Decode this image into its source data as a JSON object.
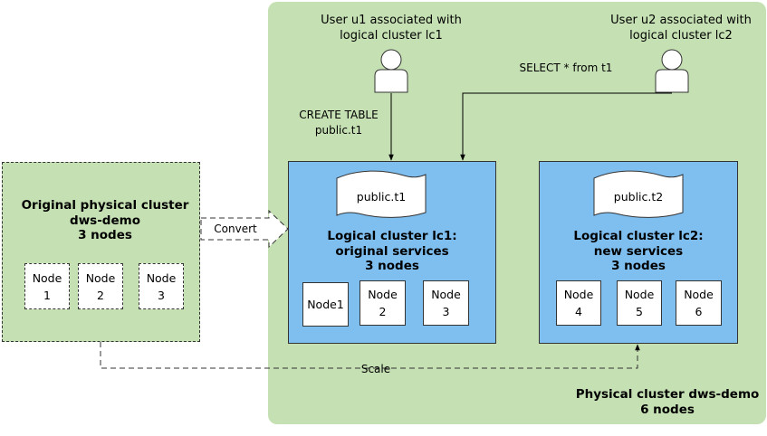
{
  "users": [
    {
      "label": "User u1 associated with\nlogical cluster lc1",
      "icon": "user-icon"
    },
    {
      "label": "User u2 associated with\nlogical cluster lc2",
      "icon": "user-icon"
    }
  ],
  "operations": {
    "create_table": "CREATE TABLE\npublic.t1",
    "select": "SELECT * from t1"
  },
  "original_cluster": {
    "title": "Original physical cluster\ndws-demo\n3 nodes",
    "nodes": [
      "Node\n1",
      "Node\n2",
      "Node\n3"
    ]
  },
  "convert_label": "Convert",
  "scale_label": "Scale",
  "logical_cluster_1": {
    "table": "public.t1",
    "title": "Logical cluster lc1:\noriginal services\n3 nodes",
    "nodes": [
      "Node1",
      "Node\n2",
      "Node\n3"
    ]
  },
  "logical_cluster_2": {
    "table": "public.t2",
    "title": "Logical cluster lc2:\nnew services\n3 nodes",
    "nodes": [
      "Node\n4",
      "Node\n5",
      "Node\n6"
    ]
  },
  "physical_cluster": {
    "title": "Physical cluster dws-demo\n6 nodes"
  },
  "colors": {
    "green": "#c5e0b3",
    "blue": "#7fbff0"
  }
}
